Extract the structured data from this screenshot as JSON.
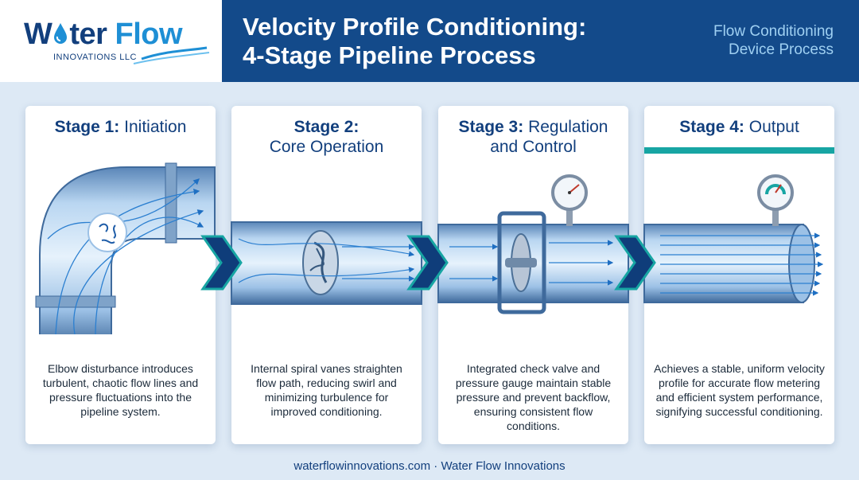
{
  "brand": {
    "name_part1": "W",
    "name_part2": "ter",
    "name_part3": "Flow",
    "sub": "INNOVATIONS LLC",
    "accent": "#1e8fd5",
    "dark": "#123f7d"
  },
  "header": {
    "title_line1": "Velocity Profile Conditioning:",
    "title_line2": "4-Stage Pipeline Process",
    "subtitle_line1": "Flow Conditioning",
    "subtitle_line2": "Device Process",
    "banner_color": "#134a8a"
  },
  "stages": [
    {
      "num": "Stage 1:",
      "name": "Initiation",
      "description": "Elbow disturbance introduces turbulent, chaotic flow lines and pressure fluctuations into the pipeline system."
    },
    {
      "num": "Stage 2:",
      "name": "Core Operation",
      "description": "Internal spiral vanes straighten flow path, reducing swirl and minimizing turbulence for improved conditioning."
    },
    {
      "num": "Stage 3:",
      "name": "Regulation and Control",
      "description": "Integrated check valve and pressure gauge maintain stable pressure and prevent backflow, ensuring consistent flow conditions."
    },
    {
      "num": "Stage 4:",
      "name": "Output",
      "description": "Achieves a stable, uniform velocity profile for accurate flow metering and efficient system performance, signifying successful conditioning."
    }
  ],
  "colors": {
    "teal": "#17a5a3",
    "arrow": "#0f3d7a"
  },
  "footer": {
    "text": "waterflowinnovations.com · Water Flow Innovations"
  }
}
